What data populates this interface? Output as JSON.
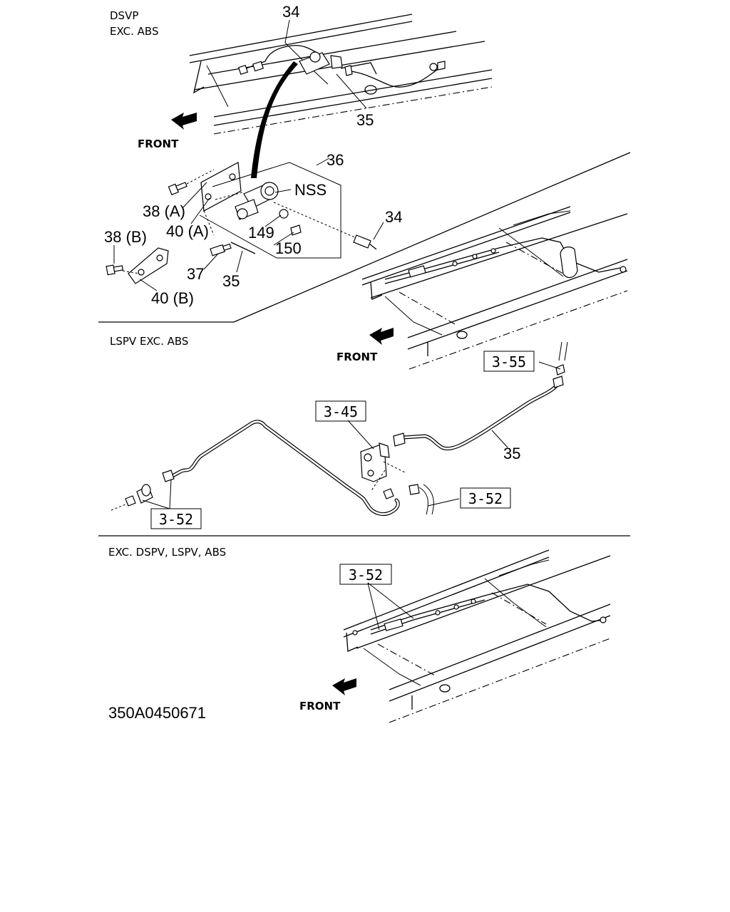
{
  "sections": {
    "dsvp": {
      "title_line1": "DSVP",
      "title_line2": "EXC. ABS"
    },
    "lspv": {
      "title": "LSPV EXC. ABS"
    },
    "exc": {
      "title": "EXC.  DSPV, LSPV, ABS"
    }
  },
  "front_label": "FRONT",
  "callouts": {
    "c34a": "34",
    "c35a": "35",
    "c36": "36",
    "nss": "NSS",
    "c34b": "34",
    "c38a": "38 (A)",
    "c40a": "40 (A)",
    "c149": "149",
    "c150": "150",
    "c38b": "38 (B)",
    "c37": "37",
    "c35b": "35",
    "c40b": "40 (B)",
    "c35c": "35"
  },
  "references": {
    "r355": "3-55",
    "r345": "3-45",
    "r352a": "3-52",
    "r352b": "3-52",
    "r352c": "3-52"
  },
  "drawing_number": "350A0450671",
  "colors": {
    "ink": "#000000",
    "paper": "#ffffff"
  }
}
